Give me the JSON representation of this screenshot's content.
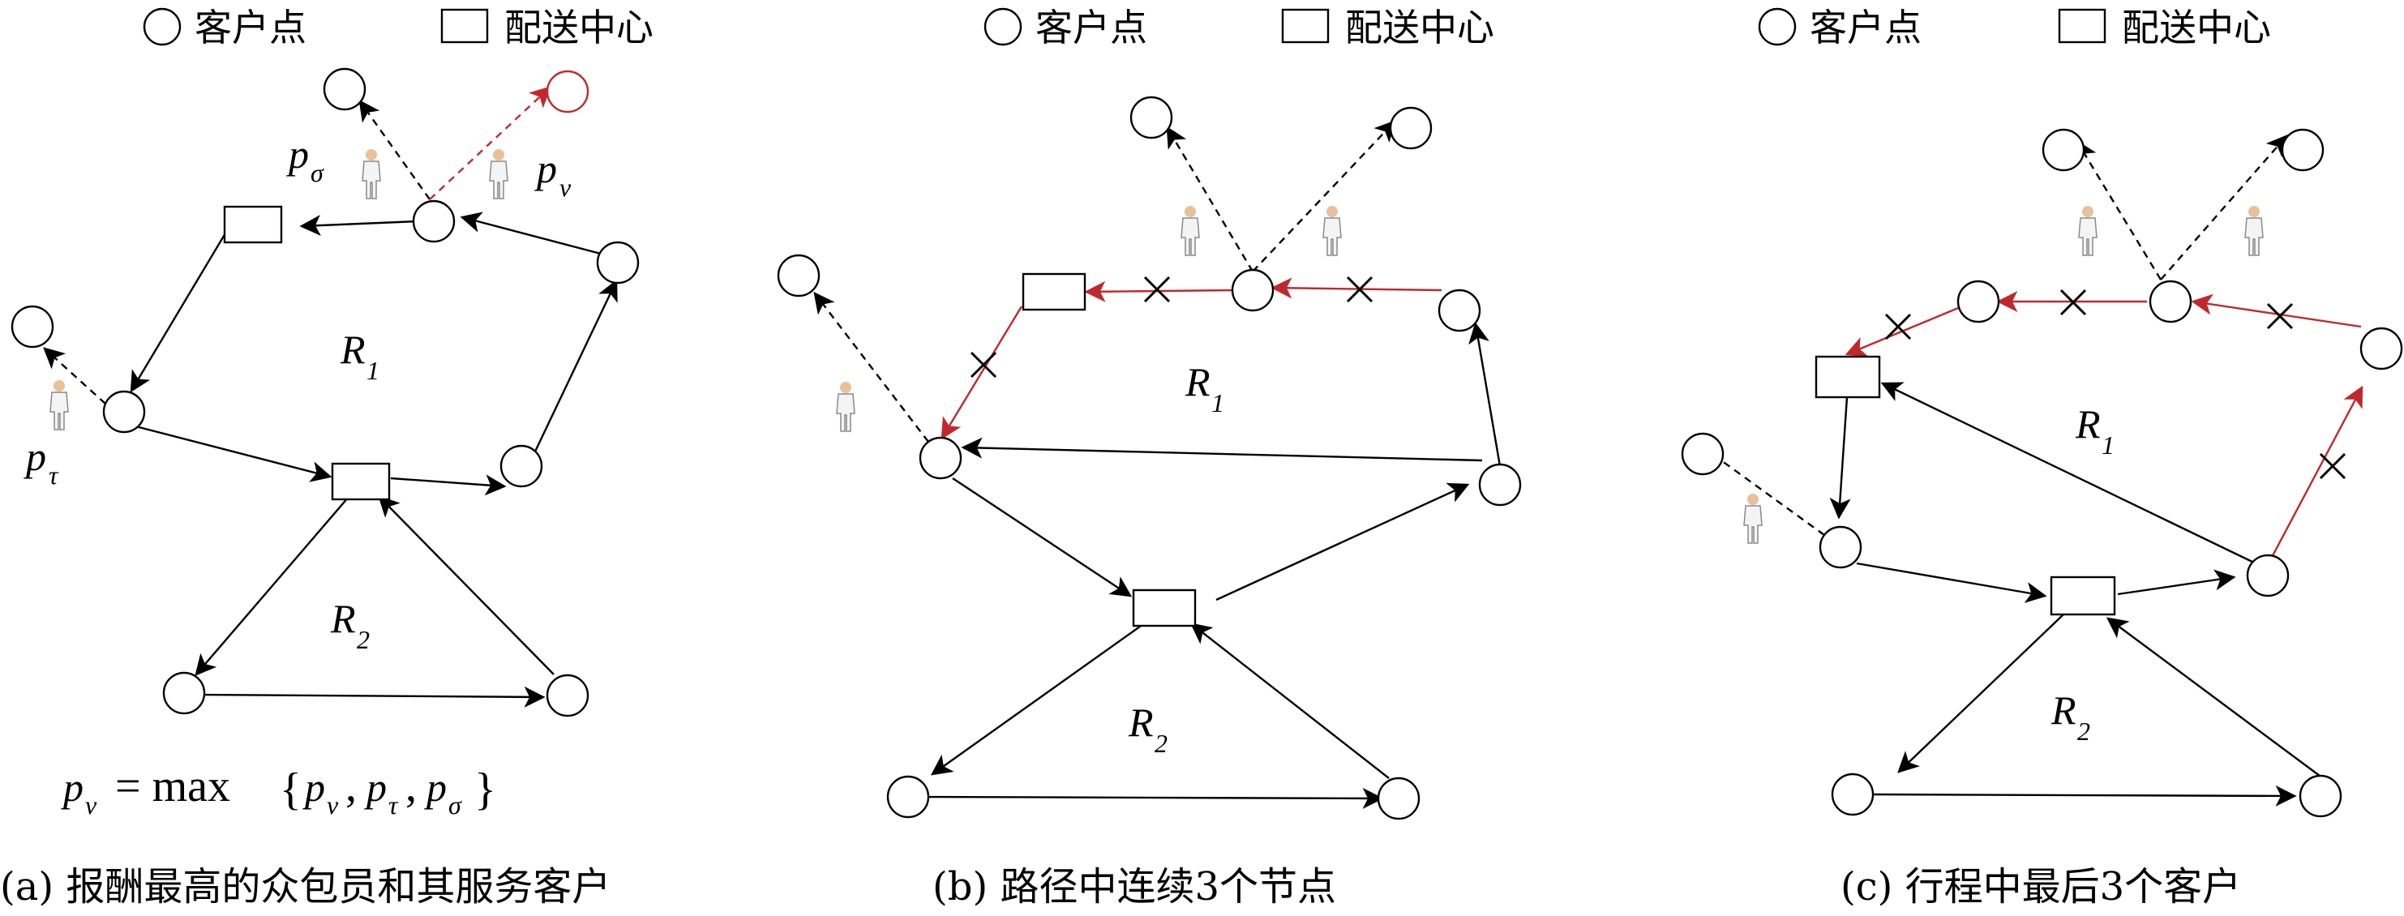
{
  "legend": {
    "customer_label": "客户点",
    "depot_label": "配送中心"
  },
  "panels": [
    {
      "id": "a",
      "caption": "(a) 报酬最高的众包员和其服务客户",
      "route_labels": [
        "R",
        "1",
        "R",
        "2"
      ],
      "crowd_labels": {
        "sigma": [
          "p",
          "σ"
        ],
        "nu": [
          "p",
          "ν"
        ],
        "tau": [
          "p",
          "τ"
        ]
      },
      "formula": {
        "lhs": [
          "p",
          "ν"
        ],
        "eq": "= max",
        "args": [
          "p",
          "ν",
          "p",
          "τ",
          "p",
          "σ"
        ]
      }
    },
    {
      "id": "b",
      "caption": "(b) 路径中连续3个节点",
      "route_labels": [
        "R",
        "1",
        "R",
        "2"
      ]
    },
    {
      "id": "c",
      "caption": "(c) 行程中最后3个客户",
      "route_labels": [
        "R",
        "1",
        "R",
        "2"
      ]
    }
  ],
  "colors": {
    "highlight": "#c0282d",
    "stroke": "#000000",
    "background": "#ffffff"
  },
  "icons": [
    "customer-node-icon",
    "depot-node-icon",
    "crowdsourcer-person-icon",
    "cut-x-icon"
  ]
}
